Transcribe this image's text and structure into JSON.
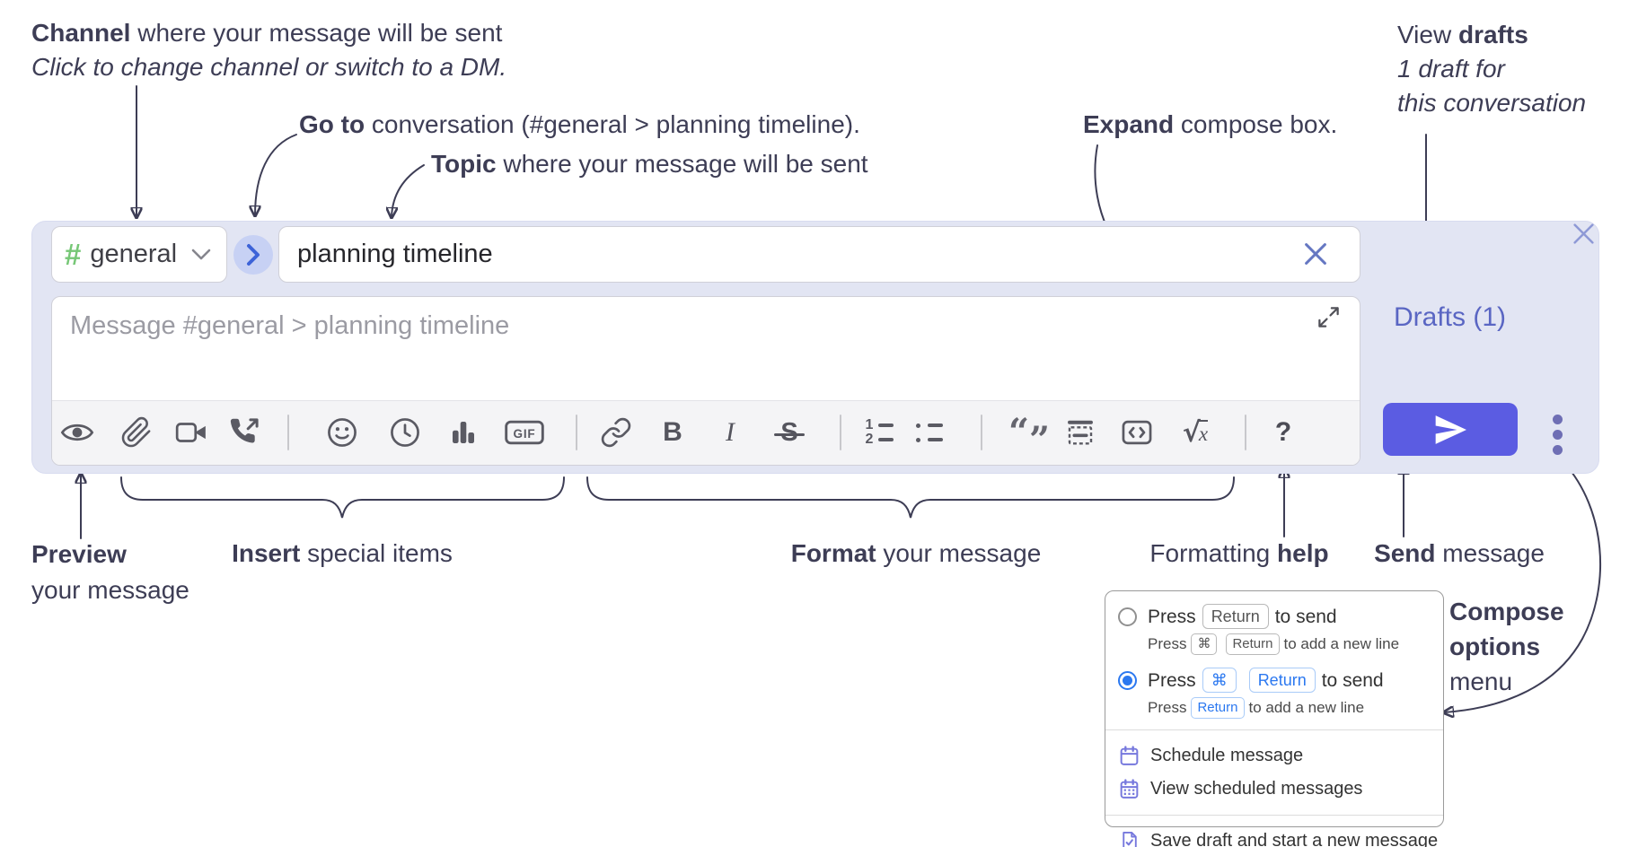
{
  "annotations": {
    "channel": {
      "bold": "Channel",
      "rest": " where your message will be sent",
      "italic": "Click to change channel or switch to a DM."
    },
    "goto": {
      "bold": "Go to",
      "rest": " conversation (#general > planning timeline)."
    },
    "topic": {
      "bold": "Topic",
      "rest": " where your message will be sent"
    },
    "expand": {
      "bold": "Expand",
      "rest": " compose box."
    },
    "view_drafts": {
      "pre": "View ",
      "bold": "drafts",
      "line2": "1 draft for",
      "line3": "this conversation"
    },
    "preview": {
      "bold": "Preview",
      "line2": "your message"
    },
    "insert": {
      "bold": "Insert",
      "rest": " special items"
    },
    "format": {
      "bold": "Format",
      "rest": " your message"
    },
    "formatting_help": {
      "pre": "Formatting ",
      "bold": "help"
    },
    "send": {
      "bold": "Send",
      "rest": " message"
    },
    "compose_options": {
      "bold1": "Compose",
      "bold2": "options",
      "line3": "menu"
    }
  },
  "compose": {
    "channel_hash": "#",
    "channel_name": "general",
    "topic_value": "planning timeline",
    "message_placeholder": "Message #general > planning timeline",
    "drafts_label": "Drafts (1)"
  },
  "toolbar": {
    "gif": "GIF",
    "bold": "B",
    "italic": "I",
    "strike": "S",
    "help": "?",
    "sqrt": "√",
    "math_x": "x",
    "ol1": "1",
    "ol2": "2",
    "quote_open": "“",
    "quote_close": "”"
  },
  "options_menu": {
    "send_options": [
      {
        "selected": false,
        "main": {
          "pre": "Press",
          "keys": [
            "Return"
          ],
          "post": "to send"
        },
        "sub": {
          "pre": "Press",
          "keys": [
            "⌘",
            "Return"
          ],
          "post": "to add a new line"
        }
      },
      {
        "selected": true,
        "main": {
          "pre": "Press",
          "keys": [
            "⌘",
            "Return"
          ],
          "post": "to send"
        },
        "sub": {
          "pre": "Press",
          "keys": [
            "Return"
          ],
          "post": "to add a new line"
        }
      }
    ],
    "items": [
      {
        "icon": "calendar-icon",
        "label": "Schedule message"
      },
      {
        "icon": "calendar-grid-icon",
        "label": "View scheduled messages"
      },
      {
        "icon": "save-draft-icon",
        "label": "Save draft and start a new message"
      }
    ]
  },
  "colors": {
    "compose_background": "#e2e5f3",
    "send_button": "#5b5ce2",
    "channel_hash_green": "#76c776",
    "drafts_link": "#5a66c3",
    "radio_selected_blue": "#2b78f0",
    "menu_icon_purple": "#7678dd",
    "annotation_text": "#3d3d55"
  }
}
